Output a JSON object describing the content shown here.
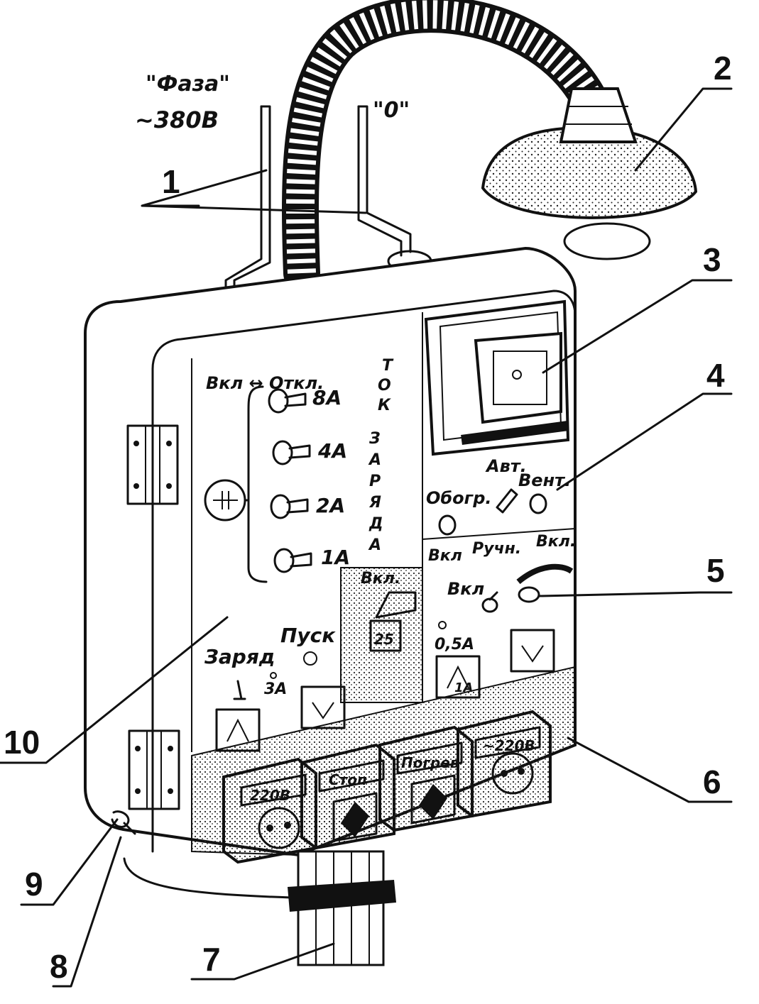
{
  "top_labels": {
    "phase_label": "\"Фаза\"",
    "voltage_label": "~380В",
    "neutral_label": "\"0\""
  },
  "panel_left": {
    "switch_header": "Вкл ↔ Откл.",
    "vertical_current": [
      "Т",
      "О",
      "К"
    ],
    "vertical_charge": [
      "З",
      "А",
      "Р",
      "Я",
      "Д",
      "А"
    ],
    "current_options": [
      "8А",
      "4А",
      "2А",
      "1А"
    ],
    "charge_label": "Заряд",
    "start_label": "Пуск",
    "fuse_label": "3А"
  },
  "panel_right": {
    "heat_label": "Обогр.",
    "auto_label": "Авт.",
    "fan_label": "Вент.",
    "on_label_1": "Вкл",
    "manual_label": "Ручн.",
    "on_label_2": "Вкл.",
    "lamp_on_label": "Вкл",
    "fuse_label": "0,5А",
    "small_fuse_label": "1А"
  },
  "middle": {
    "switch_on_label": "Вкл.",
    "fuse_value": "25"
  },
  "sockets": [
    "220В",
    "Стоп",
    "Погрев",
    "~220В"
  ],
  "callouts": [
    "1",
    "2",
    "3",
    "4",
    "5",
    "6",
    "7",
    "8",
    "9",
    "10"
  ]
}
